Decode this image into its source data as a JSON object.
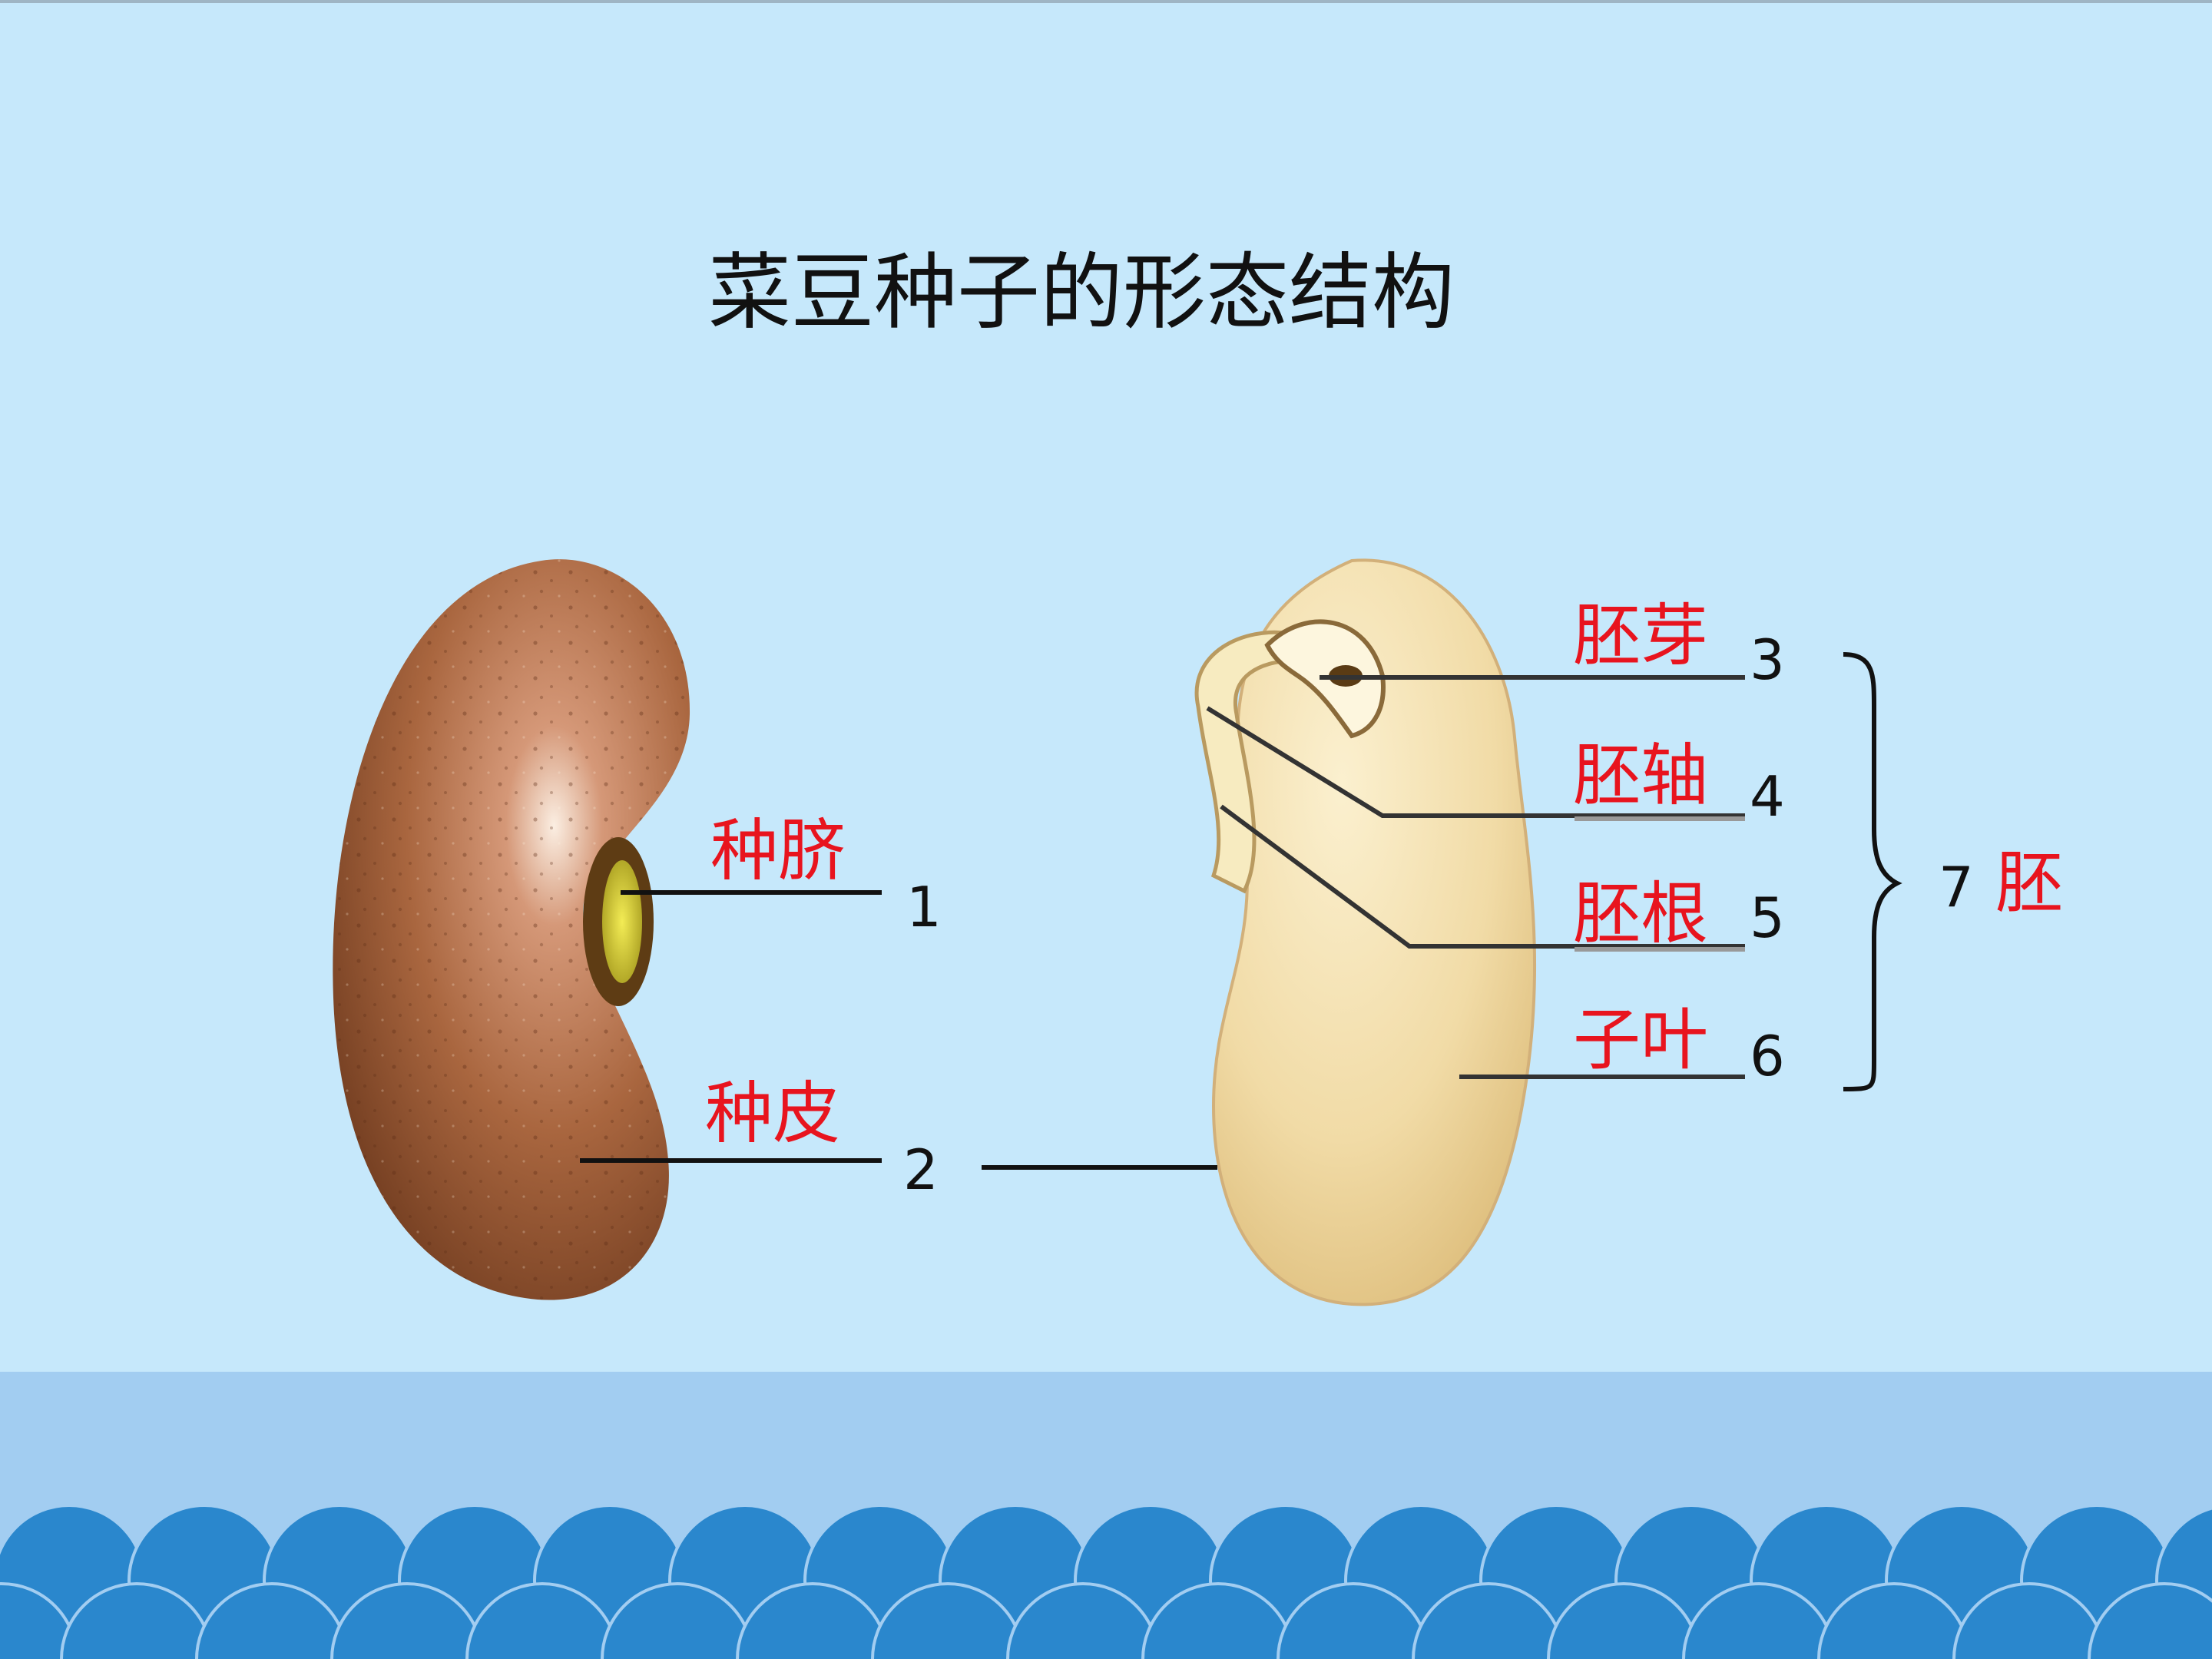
{
  "title": "菜豆种子的形态结构",
  "colors": {
    "background": "#c6e8fb",
    "label": "#e8141e",
    "number": "#111111",
    "seed_coat": "#9a5a33",
    "cotyledon": "#f1ddac",
    "band": "#a2cdf1",
    "wave": "#2a87cd"
  },
  "left_seed": {
    "labels": [
      {
        "number": "1",
        "name": "种脐"
      },
      {
        "number": "2",
        "name": "种皮"
      }
    ]
  },
  "right_seed": {
    "labels": [
      {
        "number": "3",
        "name": "胚芽"
      },
      {
        "number": "4",
        "name": "胚轴"
      },
      {
        "number": "5",
        "name": "胚根"
      },
      {
        "number": "6",
        "name": "子叶"
      }
    ]
  },
  "group": {
    "number": "7",
    "name": "胚"
  }
}
